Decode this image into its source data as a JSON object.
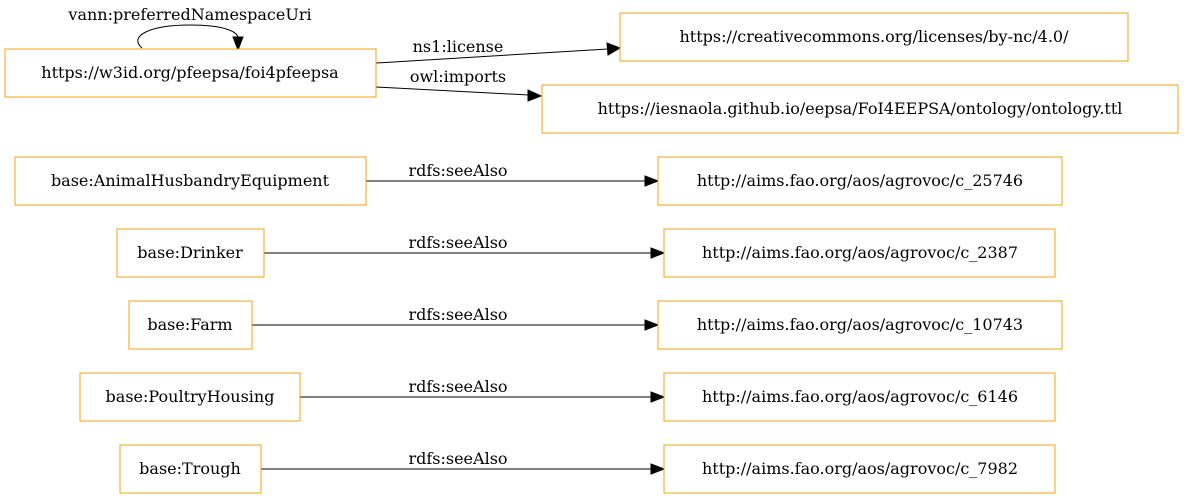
{
  "colors": {
    "node_border": "#f0a30a",
    "edge": "#000000",
    "background": "#ffffff"
  },
  "nodes": {
    "ontology": "https://w3id.org/pfeepsa/foi4pfeepsa",
    "license": "https://creativecommons.org/licenses/by-nc/4.0/",
    "imports": "https://iesnaola.github.io/eepsa/FoI4EEPSA/ontology/ontology.ttl",
    "animal_husbandry_equipment": "base:AnimalHusbandryEquipment",
    "agrovoc_25746": "http://aims.fao.org/aos/agrovoc/c_25746",
    "drinker": "base:Drinker",
    "agrovoc_2387": "http://aims.fao.org/aos/agrovoc/c_2387",
    "farm": "base:Farm",
    "agrovoc_10743": "http://aims.fao.org/aos/agrovoc/c_10743",
    "poultry_housing": "base:PoultryHousing",
    "agrovoc_6146": "http://aims.fao.org/aos/agrovoc/c_6146",
    "trough": "base:Trough",
    "agrovoc_7982": "http://aims.fao.org/aos/agrovoc/c_7982"
  },
  "edges": {
    "preferred_namespace": "vann:preferredNamespaceUri",
    "license": "ns1:license",
    "imports": "owl:imports",
    "see_also_1": "rdfs:seeAlso",
    "see_also_2": "rdfs:seeAlso",
    "see_also_3": "rdfs:seeAlso",
    "see_also_4": "rdfs:seeAlso",
    "see_also_5": "rdfs:seeAlso"
  }
}
